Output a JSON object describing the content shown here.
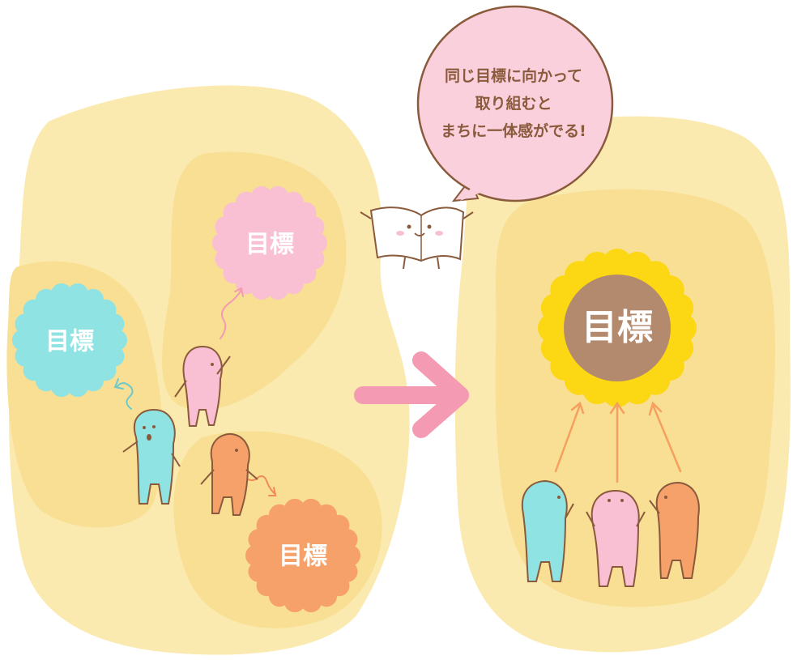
{
  "speech_bubble": {
    "lines": [
      "同じ目標に向かって",
      "取り組むと",
      "まちに一体感がでる!"
    ]
  },
  "goals": {
    "pink": "目標",
    "cyan": "目標",
    "orange": "目標",
    "center": "目標"
  },
  "colors": {
    "blob": "#fbeab0",
    "blob_inner": "#f8df93",
    "pink": "#f9bfd2",
    "cyan": "#8fe3e2",
    "orange": "#f6a06a",
    "sunflower_petal": "#fcd714",
    "sunflower_center": "#b48a6e",
    "arrow": "#f49ab3",
    "bubble": "#fbd0dd",
    "bubble_outline": "#8a5a3c"
  }
}
